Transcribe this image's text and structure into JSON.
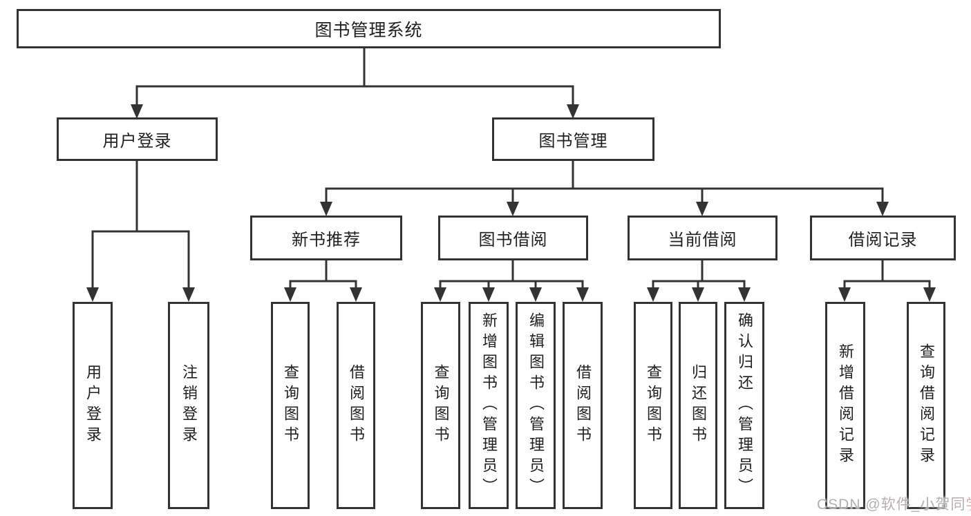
{
  "colors": {
    "line": "#333333",
    "box_border": "#333333",
    "text": "#1f1f1f",
    "background": "#ffffff",
    "watermark_gray": "#b5afaf",
    "watermark_accent": "#e2a6a6"
  },
  "diagram": {
    "root": {
      "label": "图书管理系统"
    },
    "level2": [
      {
        "label": "用户登录"
      },
      {
        "label": "图书管理"
      }
    ],
    "level3": [
      {
        "label": "新书推荐",
        "parent": "图书管理"
      },
      {
        "label": "图书借阅",
        "parent": "图书管理"
      },
      {
        "label": "当前借阅",
        "parent": "图书管理"
      },
      {
        "label": "借阅记录",
        "parent": "图书管理"
      }
    ],
    "leaves": [
      {
        "label": "用户登录",
        "parent": "用户登录"
      },
      {
        "label": "注销登录",
        "parent": "用户登录"
      },
      {
        "label": "查询图书",
        "parent": "新书推荐"
      },
      {
        "label": "借阅图书",
        "parent": "新书推荐"
      },
      {
        "label": "查询图书",
        "parent": "图书借阅"
      },
      {
        "label": "新增图书（管理员）",
        "parent": "图书借阅"
      },
      {
        "label": "编辑图书（管理员）",
        "parent": "图书借阅"
      },
      {
        "label": "借阅图书",
        "parent": "图书借阅"
      },
      {
        "label": "查询图书",
        "parent": "当前借阅"
      },
      {
        "label": "归还图书",
        "parent": "当前借阅"
      },
      {
        "label": "确认归还（管理员）",
        "parent": "当前借阅"
      },
      {
        "label": "新增借阅记录",
        "parent": "借阅记录"
      },
      {
        "label": "查询借阅记录",
        "parent": "借阅记录"
      }
    ]
  },
  "watermark": {
    "text": "CSDN @软件_小贺同",
    "accent": "学"
  }
}
